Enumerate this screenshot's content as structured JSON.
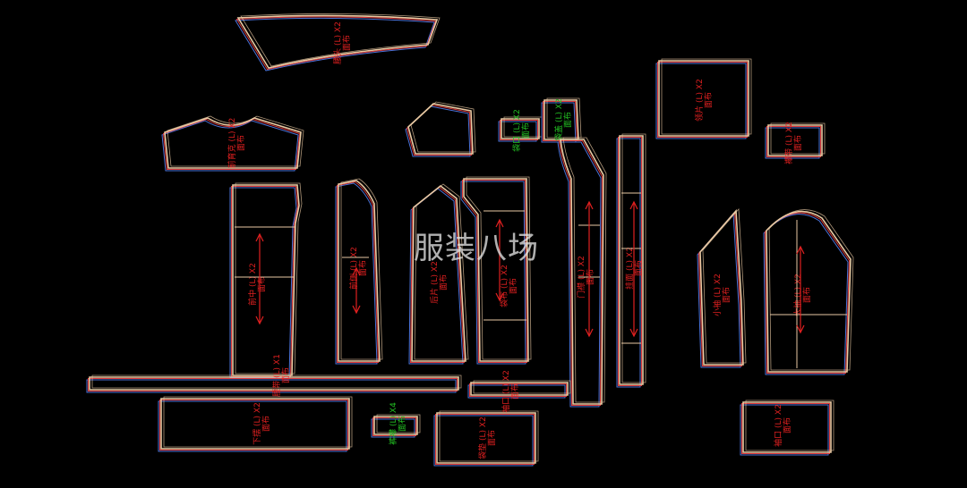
{
  "watermark": "服装八场",
  "colors": {
    "background": "#000000",
    "outline": "#e9c9a3",
    "seam_red": "#e03a3a",
    "seam_blue": "#4a72d8",
    "seam_green": "#3fb53a",
    "label_red": "#e02020",
    "label_green": "#22c022"
  },
  "pieces": [
    {
      "id": "waistband-top",
      "label": "腰头 (L) X2",
      "note": "面布",
      "color": "red"
    },
    {
      "id": "front-yoke",
      "label": "前育克 (L) X2",
      "note": "面布",
      "color": "red"
    },
    {
      "id": "center-front",
      "label": "前中 (L) X2",
      "note": "面布",
      "color": "red"
    },
    {
      "id": "front-side",
      "label": "前侧 (L) X2",
      "note": "面布",
      "color": "red"
    },
    {
      "id": "back-panel",
      "label": "后片 (L) X2",
      "note": "面布",
      "color": "red"
    },
    {
      "id": "pocket-bag",
      "label": "袋布 (L) X2",
      "note": "面布",
      "color": "red"
    },
    {
      "id": "small-tab-1",
      "label": "袋口 (L) X2",
      "note": "面布",
      "color": "green"
    },
    {
      "id": "small-tab-2",
      "label": "袋盖 (L) X2",
      "note": "面布",
      "color": "green"
    },
    {
      "id": "placket",
      "label": "门襟 (L) X2",
      "note": "面布",
      "color": "red"
    },
    {
      "id": "front-facing",
      "label": "挂面 (L) X2",
      "note": "面布",
      "color": "red"
    },
    {
      "id": "sleeve-under",
      "label": "小袖 (L) X2",
      "note": "面布",
      "color": "red"
    },
    {
      "id": "sleeve-top",
      "label": "大袖 (L) X2",
      "note": "面布",
      "color": "red"
    },
    {
      "id": "rect-a",
      "label": "领片 (L) X2",
      "note": "面布",
      "color": "red"
    },
    {
      "id": "rect-b",
      "label": "襻带 (L) X2",
      "note": "面布",
      "color": "red"
    },
    {
      "id": "strip-long",
      "label": "腰带 (L) X1",
      "note": "面布",
      "color": "red"
    },
    {
      "id": "hem-band",
      "label": "下摆 (L) X2",
      "note": "面布",
      "color": "red"
    },
    {
      "id": "belt-loop",
      "label": "裤襻 (L) X4",
      "note": "面布",
      "color": "green"
    },
    {
      "id": "bottom-box",
      "label": "袋垫 (L) X2",
      "note": "面布",
      "color": "red"
    },
    {
      "id": "strip-short",
      "label": "袖口 (L) X2",
      "note": "面布",
      "color": "red"
    },
    {
      "id": "cuff",
      "label": "袖口 (L) X2",
      "note": "面布",
      "color": "red"
    }
  ]
}
